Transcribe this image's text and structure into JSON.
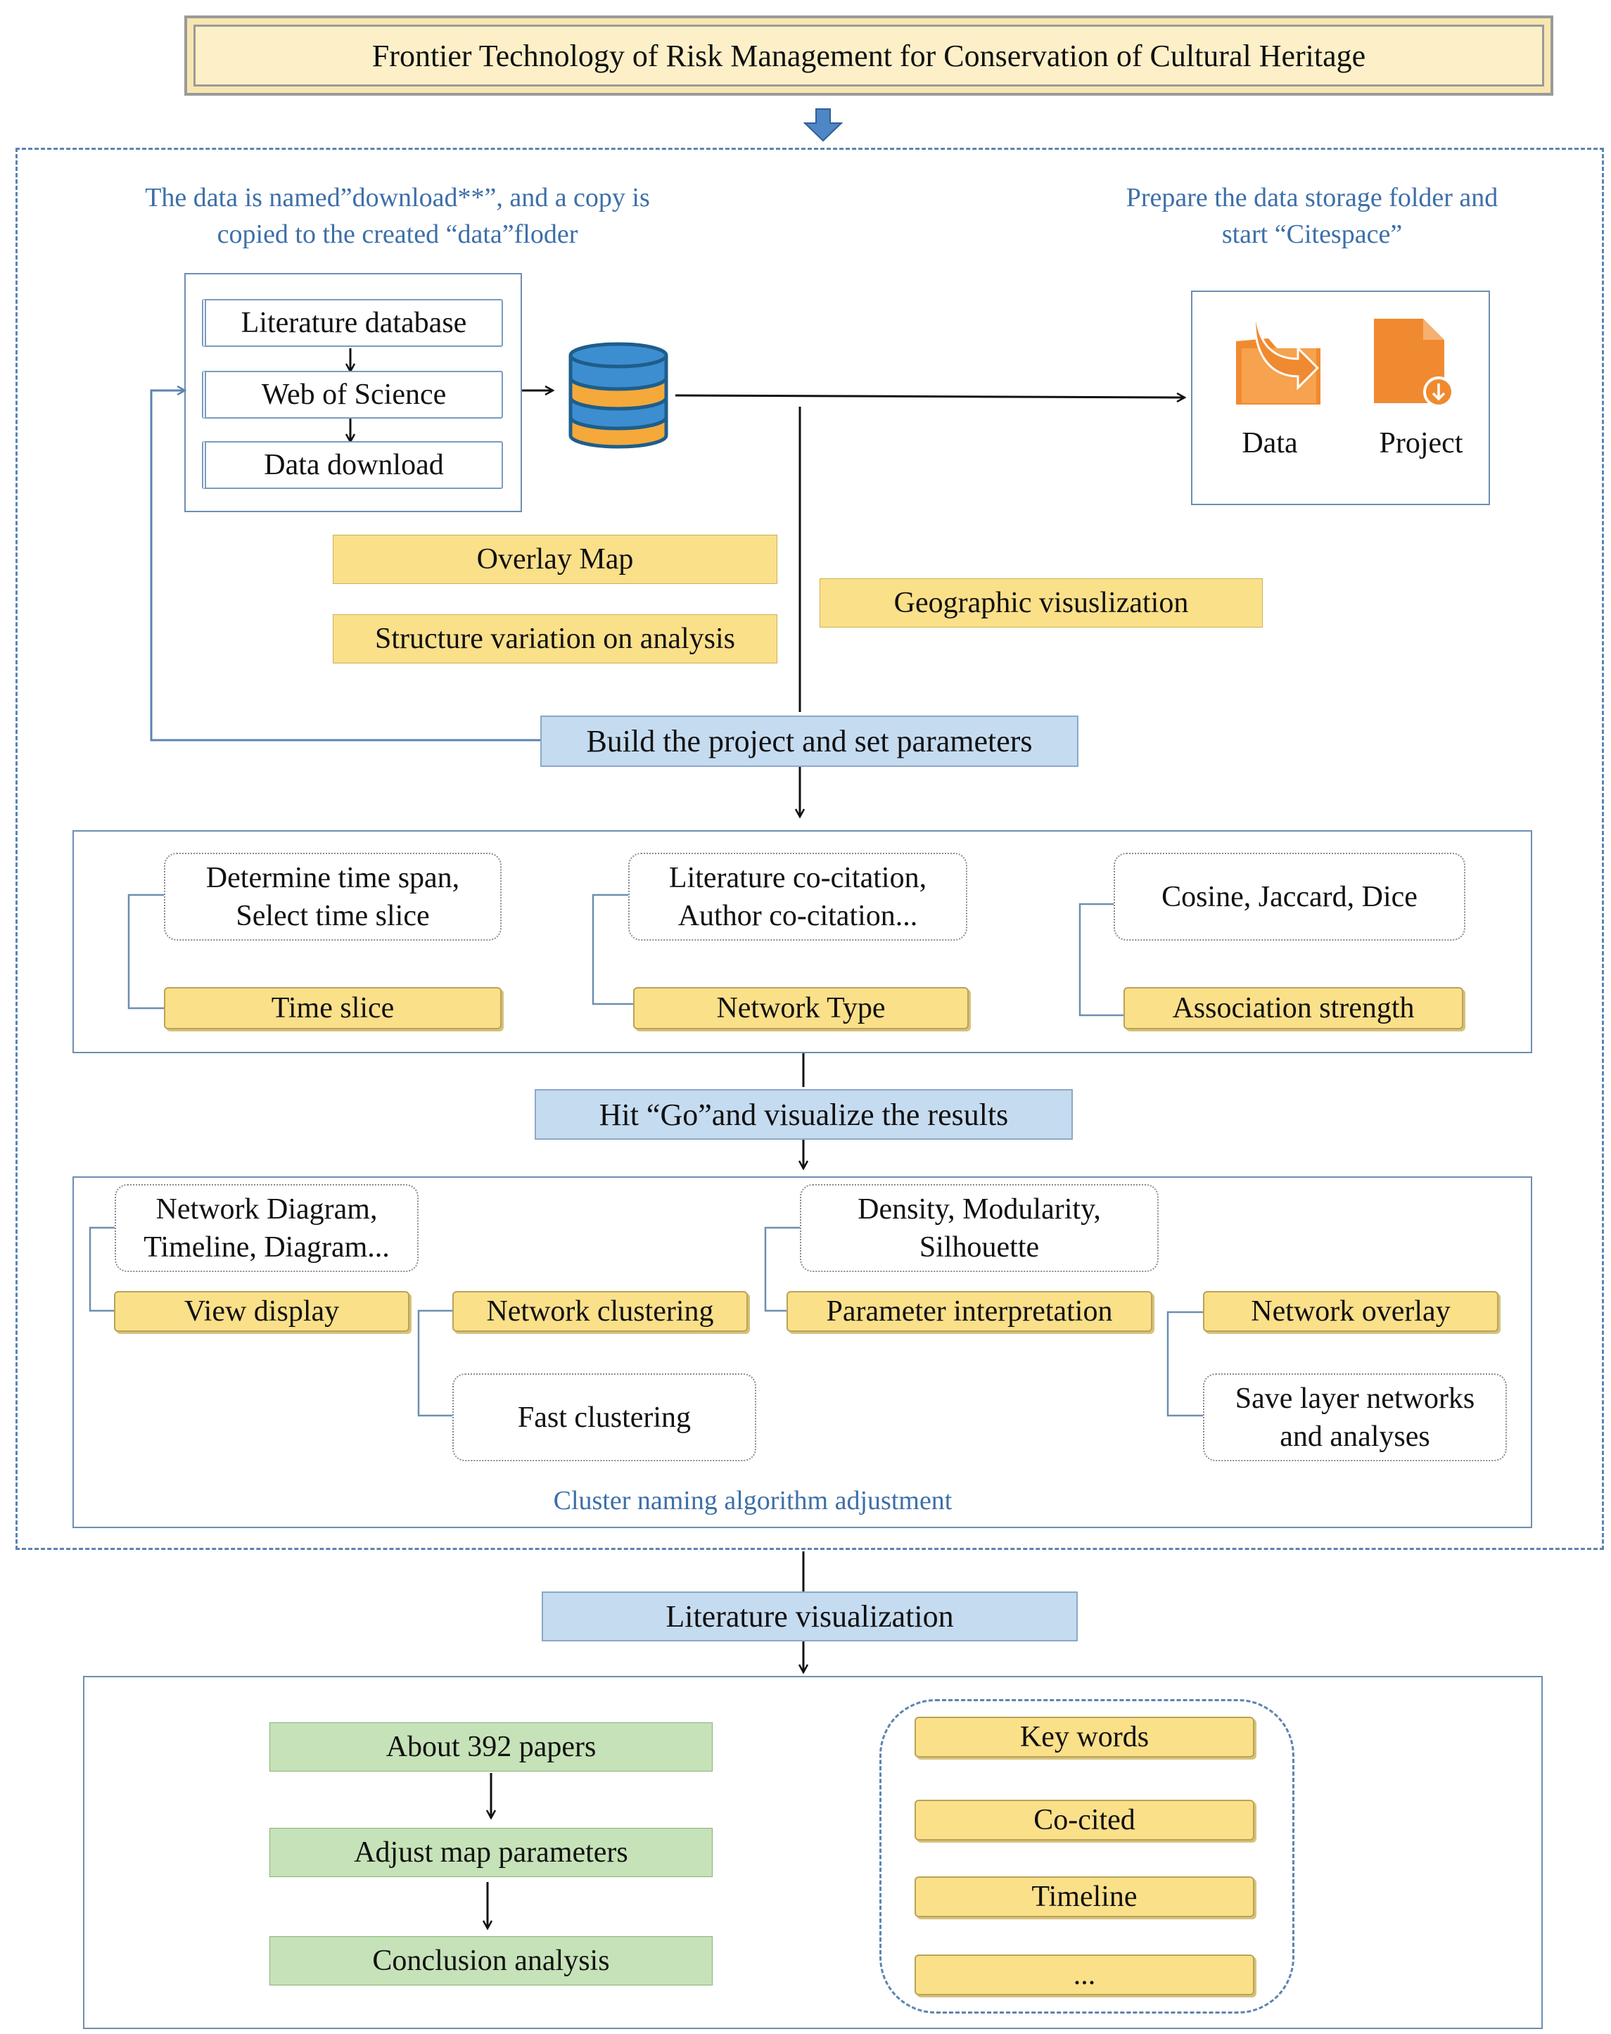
{
  "title": "Frontier Technology of Risk Management for Conservation of Cultural Heritage",
  "notes": {
    "left": "The data is named”download**”, and a copy is copied to the created “data”floder",
    "right": "Prepare the data storage folder and start “Citespace”",
    "cluster": "Cluster naming algorithm adjustment"
  },
  "source_steps": [
    "Literature database",
    "Web of Science",
    "Data download"
  ],
  "folders": {
    "data": "Data",
    "project": "Project"
  },
  "analysis_options": [
    "Overlay Map",
    "Structure variation on analysis",
    "Geographic visuslization"
  ],
  "steps": {
    "build": "Build the project and set parameters",
    "go": "Hit “Go”and visualize the results",
    "viz": "Literature visualization"
  },
  "params": {
    "time_note": "Determine time span, Select time slice",
    "time_label": "Time slice",
    "network_note": "Literature co-citation, Author co-citation...",
    "network_label": "Network Type",
    "assoc_note": "Cosine, Jaccard, Dice",
    "assoc_label": "Association strength"
  },
  "results": {
    "view_note": "Network Diagram, Timeline, Diagram...",
    "view_label": "View display",
    "clustering_label": "Network clustering",
    "fast_clustering": "Fast clustering",
    "param_note": "Density, Modularity, Silhouette",
    "param_label": "Parameter interpretation",
    "overlay_label": "Network overlay",
    "save_note": "Save layer networks and analyses"
  },
  "final_steps": [
    "About 392 papers",
    "Adjust map parameters",
    "Conclusion analysis"
  ],
  "final_types": [
    "Key words",
    "Co-cited",
    "Timeline",
    "..."
  ],
  "colors": {
    "accent_blue": "#c5dbf0",
    "yellow": "#fbe08a",
    "green": "#c6e2b8",
    "note_blue": "#3d6fa8",
    "folder_orange": "#f08a30"
  }
}
